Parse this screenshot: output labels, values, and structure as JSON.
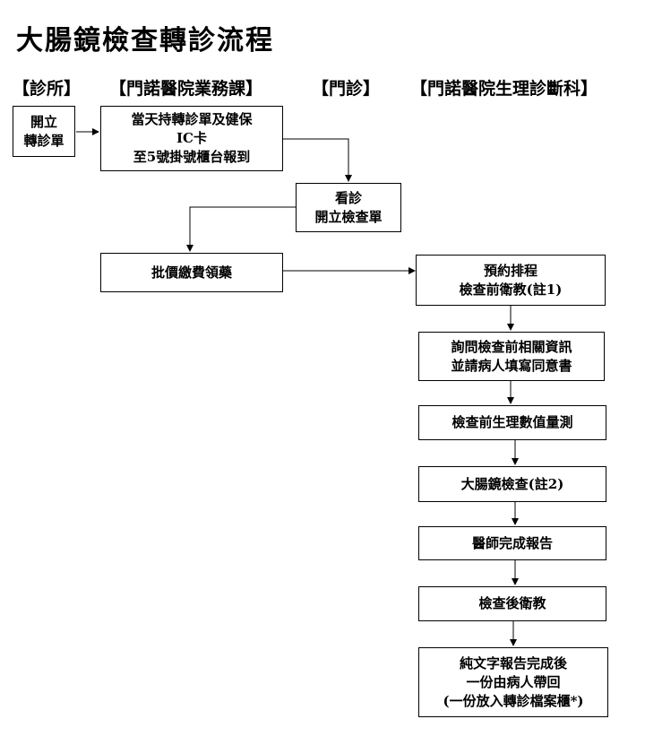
{
  "title": "大腸鏡檢查轉診流程",
  "lanes": {
    "clinic": "【診所】",
    "business": "【門諾醫院業務課】",
    "outpatient": "【門診】",
    "diagnostics": "【門諾醫院生理診斷科】"
  },
  "steps": {
    "referral": [
      "開立",
      "轉診單"
    ],
    "register": [
      "當天持轉診單及健保",
      "IC卡",
      "至5號掛號櫃台報到"
    ],
    "consult": [
      "看診",
      "開立檢查單"
    ],
    "pay": [
      "批價繳費領藥"
    ],
    "schedule": [
      "預約排程",
      "檢查前衛教(註1)"
    ],
    "inquiry": [
      "詢問檢查前相關資訊",
      "並請病人填寫同意書"
    ],
    "measure": [
      "檢查前生理數值量測"
    ],
    "colonoscopy": [
      "大腸鏡檢查(註2)"
    ],
    "report": [
      "醫師完成報告"
    ],
    "aftercare": [
      "檢查後衛教"
    ],
    "final": [
      "純文字報告完成後",
      "一份由病人帶回",
      "(一份放入轉診檔案櫃*)"
    ]
  }
}
